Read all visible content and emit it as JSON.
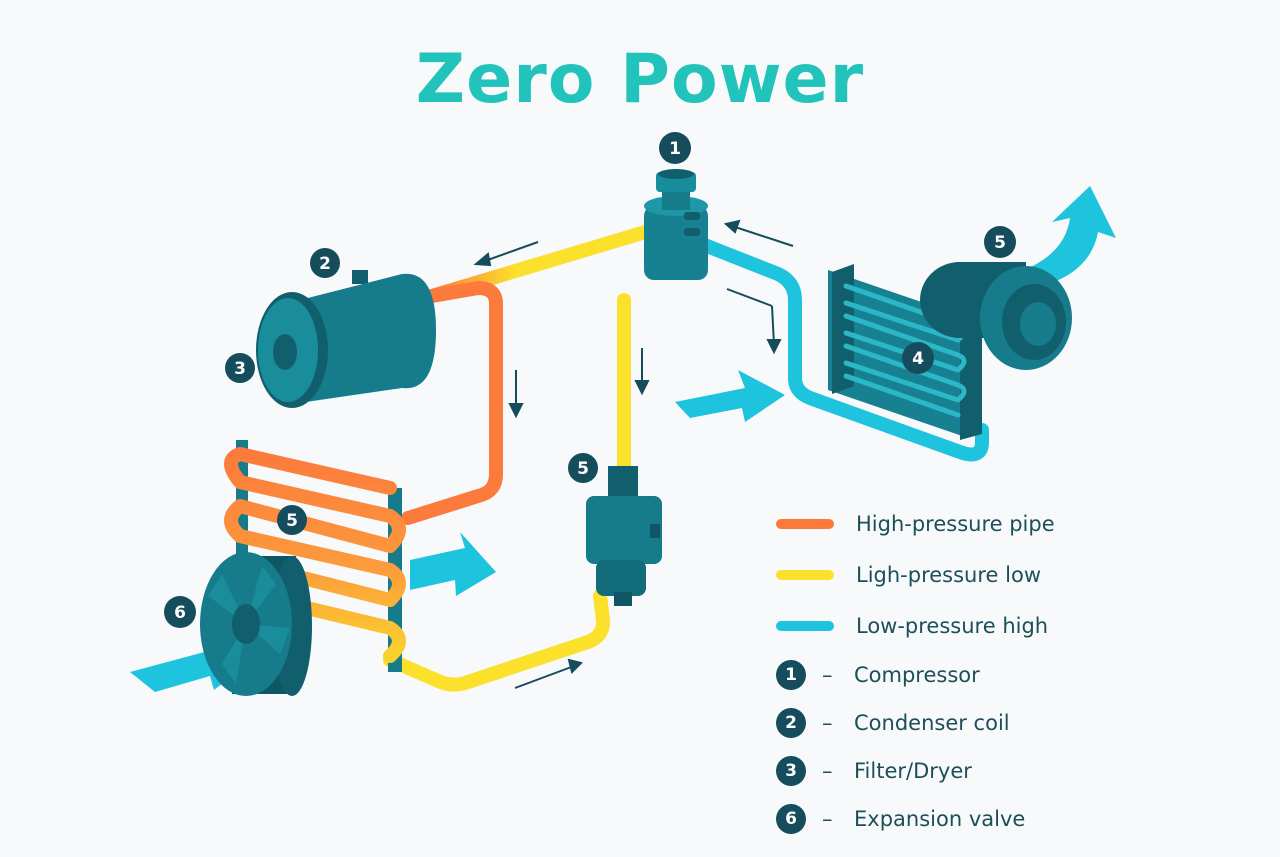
{
  "title": "Zero Power",
  "colors": {
    "high_pressure": "#fc7a3c",
    "low_pressure_yellow": "#fbe02c",
    "low_pressure_blue": "#1ec3dd",
    "component": "#167b8a",
    "badge": "#164d5c",
    "title": "#22c3bb",
    "text": "#1d4f5a"
  },
  "badges": [
    "1",
    "2",
    "3",
    "5",
    "4",
    "5",
    "5",
    "6"
  ],
  "legend": {
    "pipes": [
      {
        "label": "High-pressure pipe",
        "color": "#fc7a3c"
      },
      {
        "label": "Ligh-pressure low",
        "color": "#fbe02c"
      },
      {
        "label": "Low-pressure high",
        "color": "#1ec3dd"
      }
    ],
    "components": [
      {
        "num": "1",
        "dash": "–",
        "label": "Compressor"
      },
      {
        "num": "2",
        "dash": "–",
        "label": "Condenser coil"
      },
      {
        "num": "3",
        "dash": "–",
        "label": "Filter/Dryer"
      },
      {
        "num": "6",
        "dash": "–",
        "label": "Expansion valve"
      }
    ]
  }
}
